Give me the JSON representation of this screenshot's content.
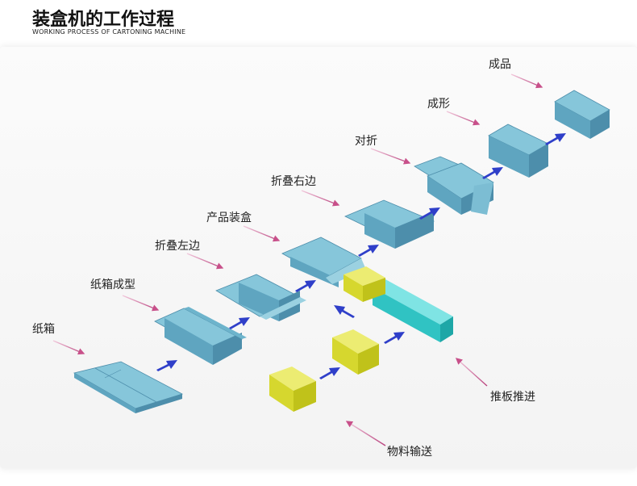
{
  "header": {
    "title": "装盒机的工作过程",
    "subtitle": "WORKING PROCESS OF CARTONING MACHINE"
  },
  "labels": {
    "carton": "纸箱",
    "carton_forming": "纸箱成型",
    "fold_left": "折叠左边",
    "product_boxing": "产品装盒",
    "fold_right": "折叠右边",
    "fold_in_half": "对折",
    "shaping": "成形",
    "finished": "成品",
    "push_plate": "推板推进",
    "material_conveying": "物料输送"
  },
  "colors": {
    "box_top": "#86c6da",
    "box_side": "#5fa5c0",
    "box_dark": "#4d8eab",
    "product_top": "#ecec72",
    "product_side": "#c9cb1e",
    "pusher_top": "#7fe4e4",
    "pusher_side": "#30c3c3",
    "arrow": "#2f3fc9",
    "pointer": "#c8508a"
  }
}
